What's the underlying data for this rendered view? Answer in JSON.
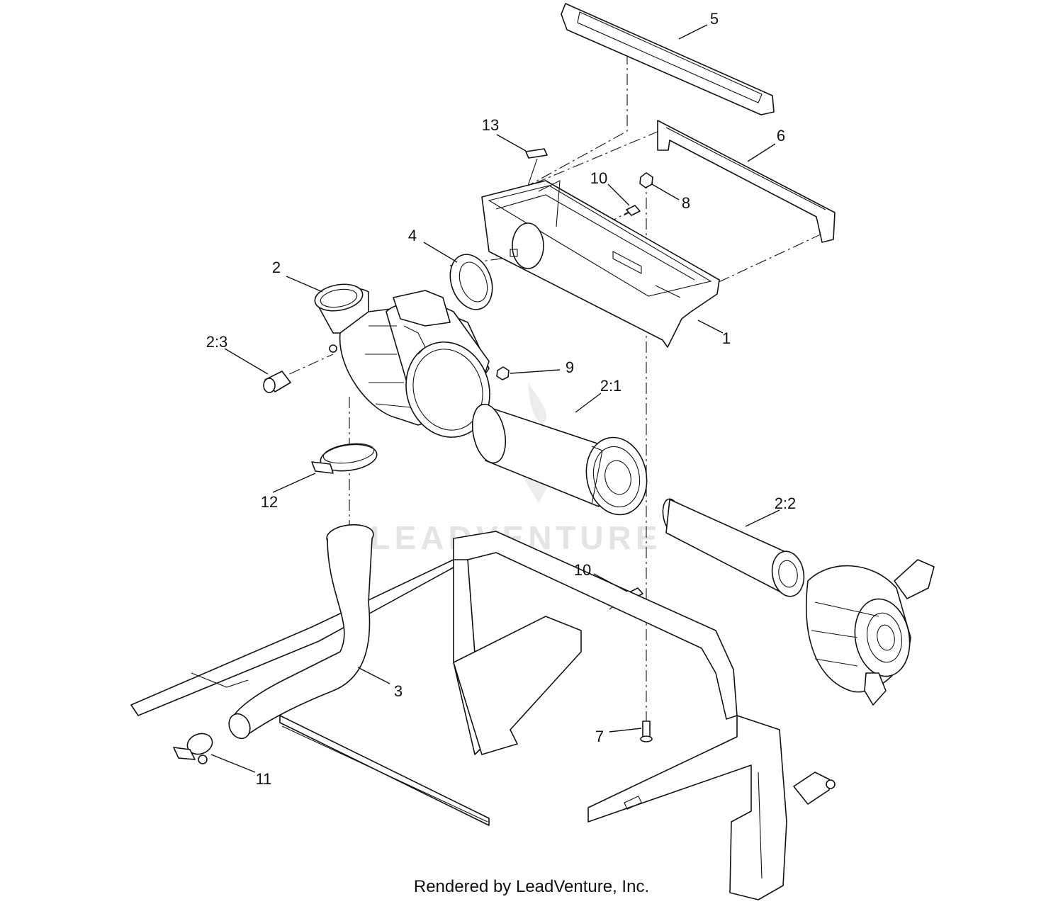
{
  "watermark": {
    "text": "LEADVENTURE"
  },
  "footer": {
    "text": "Rendered by LeadVenture, Inc."
  },
  "callouts": [
    {
      "id": "1",
      "label": "1"
    },
    {
      "id": "2",
      "label": "2"
    },
    {
      "id": "2_1",
      "label": "2:1"
    },
    {
      "id": "2_2",
      "label": "2:2"
    },
    {
      "id": "2_3",
      "label": "2:3"
    },
    {
      "id": "3",
      "label": "3"
    },
    {
      "id": "4",
      "label": "4"
    },
    {
      "id": "5",
      "label": "5"
    },
    {
      "id": "6",
      "label": "6"
    },
    {
      "id": "7",
      "label": "7"
    },
    {
      "id": "8",
      "label": "8"
    },
    {
      "id": "9",
      "label": "9"
    },
    {
      "id": "10a",
      "label": "10"
    },
    {
      "id": "10b",
      "label": "10"
    },
    {
      "id": "11",
      "label": "11"
    },
    {
      "id": "12",
      "label": "12"
    },
    {
      "id": "13",
      "label": "13"
    }
  ]
}
